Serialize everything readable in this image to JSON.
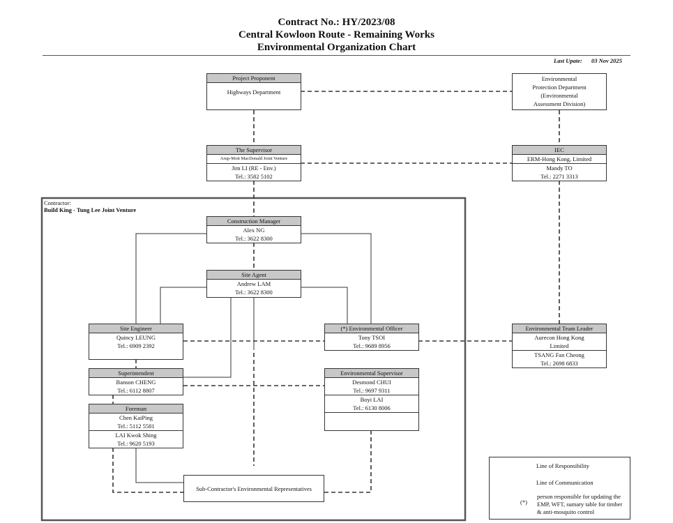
{
  "header": {
    "line1": "Contract No.: HY/2023/08",
    "line2": "Central Kowloon Route - Remaining Works",
    "line3": "Environmental Organization Chart",
    "update_label": "Last Upate:",
    "update_date": "03 Nov 2025"
  },
  "project_proponent": {
    "title": "Project Proponent",
    "name": "Highways Department"
  },
  "epd": {
    "lines": [
      "Environmental",
      "Protection Department",
      "(Environmental",
      "Assessment Division)"
    ]
  },
  "supervisor": {
    "title": "The Supervisor",
    "org": "Arup-Mott MacDonald Joint Venture",
    "person": "Jim LI (RE - Env.)",
    "tel": "Tel.: 3582 5102"
  },
  "iec": {
    "title": "IEC",
    "org": "ERM-Hong Kong, Limited",
    "person": "Mandy TO",
    "tel": "Tel.: 2271 3313"
  },
  "contractor": {
    "label": "Contractor:",
    "name": "Build King - Tung Lee Joint Venture"
  },
  "construction_manager": {
    "title": "Construction Manager",
    "person": "Alex NG",
    "tel": "Tel.: 3622 8300"
  },
  "site_agent": {
    "title": "Site Agent",
    "person": "Andrew LAM",
    "tel": "Tel.: 3622 8300"
  },
  "site_engineer": {
    "title": "Site Engineer",
    "person": "Quincy LEUNG",
    "tel": "Tel.: 6909 2392"
  },
  "env_officer": {
    "title": "(*) Environmental Officer",
    "person": "Tony TSOI",
    "tel": "Tel.: 9689 8956"
  },
  "env_team_leader": {
    "title": "Environmental Team Leader",
    "org_line1": "Aurecon Hong Kong",
    "org_line2": "Limited",
    "person": "TSANG Fan Cheong",
    "tel": "Tel.: 2698 6833"
  },
  "superintendent": {
    "title": "Superintendent",
    "person": "Banson CHENG",
    "tel": "Tel.: 6112 8807"
  },
  "env_supervisor": {
    "title": "Environmental Supervisor",
    "person1": "Desmond CHUI",
    "tel1": "Tel.: 9697 9311",
    "person2": "Boyi LAI",
    "tel2": "Tel.: 6130 8006"
  },
  "foreman": {
    "title": "Foreman",
    "person1": "Chen KaiPing",
    "tel1": "Tel.: 5112 5581",
    "person2": "LAI Kwok Shing",
    "tel2": "Tel.: 9620 5193"
  },
  "subcontractor": {
    "label": "Sub-Contractor's Environmental Representatives"
  },
  "legend": {
    "responsibility": "Line of Responsibility",
    "communication": "Line of Communication",
    "asterisk": "(*)",
    "asterisk_note_1": "person responsible for updating the",
    "asterisk_note_2": "EMP, WFT, sumary table for timber",
    "asterisk_note_3": "& anti-mosquito control"
  }
}
